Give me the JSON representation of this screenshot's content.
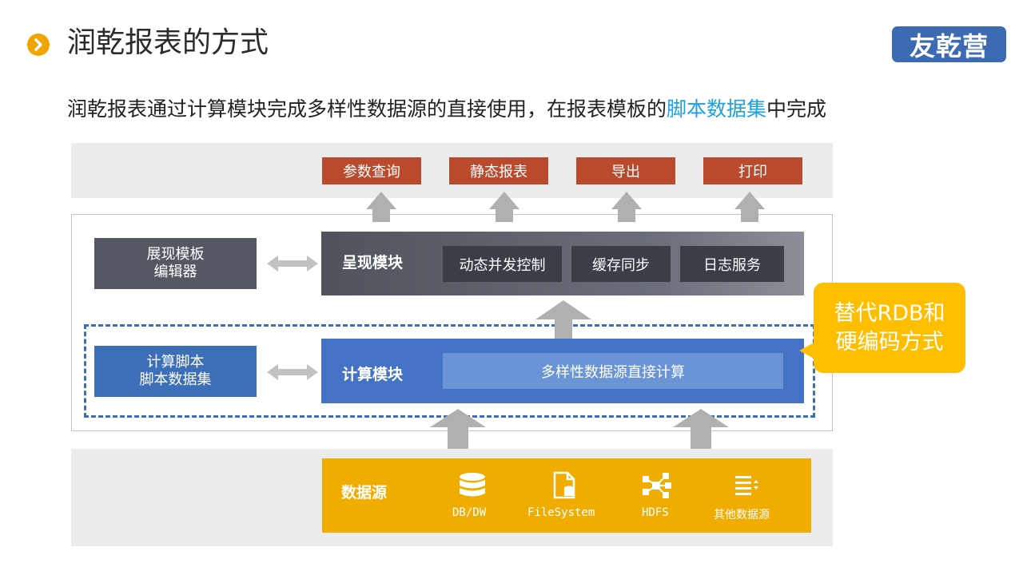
{
  "header": {
    "title": "润乾报表的方式",
    "logo_text": "友乾营",
    "subtitle_main": "润乾报表通过计算模块完成多样性数据源的直接使用，在报表模板的",
    "subtitle_highlight": "脚本数据集",
    "subtitle_tail": "中完成"
  },
  "outputs": [
    "参数查询",
    "静态报表",
    "导出",
    "打印"
  ],
  "render": {
    "title": "呈现模块",
    "features": [
      "动态并发控制",
      "缓存同步",
      "日志服务"
    ],
    "side_line1": "展现模板",
    "side_line2": "编辑器"
  },
  "compute": {
    "title": "计算模块",
    "feature": "多样性数据源直接计算",
    "side_line1": "计算脚本",
    "side_line2": "脚本数据集"
  },
  "datasource": {
    "title": "数据源",
    "items": [
      {
        "label": "DB/DW",
        "icon": "database-icon"
      },
      {
        "label": "FileSystem",
        "icon": "file-icon"
      },
      {
        "label": "HDFS",
        "icon": "network-icon"
      },
      {
        "label": "其他数据源",
        "icon": "list-icon"
      }
    ]
  },
  "callout": {
    "line1": "替代RDB和",
    "line2": "硬编码方式"
  },
  "colors": {
    "accent": "#f0a500",
    "output_red": "#b94a2d",
    "compute_blue": "#4472c4",
    "render_gray": "#535862",
    "datasource_yellow": "#f0ac00",
    "highlight_cyan": "#1ba1e2"
  }
}
